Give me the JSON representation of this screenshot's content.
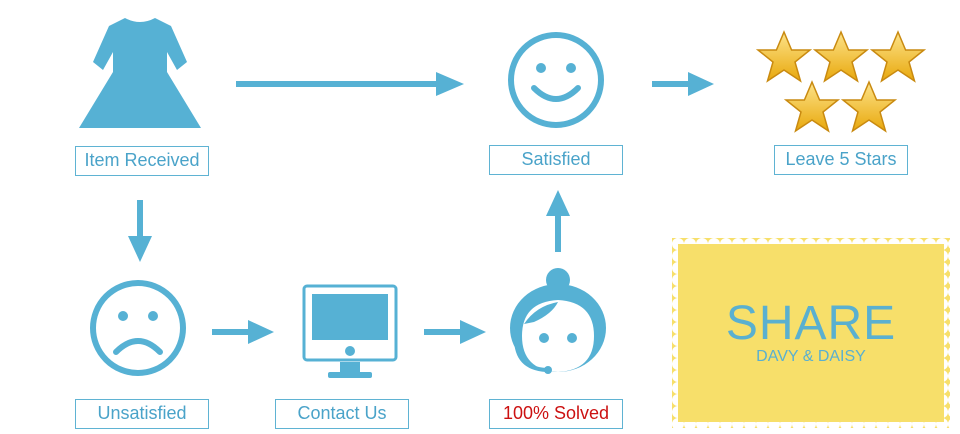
{
  "colors": {
    "accent": "#56b1d4",
    "stamp": "#f7df6a",
    "solved": "#cc1111",
    "star": "#f2b81f"
  },
  "nodes": {
    "item_received": {
      "label": "Item Received",
      "icon": "dress-icon"
    },
    "satisfied": {
      "label": "Satisfied",
      "icon": "smiley-face-icon"
    },
    "leave_stars": {
      "label": "Leave 5 Stars",
      "icon": "five-stars-icon"
    },
    "unsatisfied": {
      "label": "Unsatisfied",
      "icon": "sad-face-icon"
    },
    "contact_us": {
      "label": "Contact Us",
      "icon": "computer-monitor-icon"
    },
    "solved": {
      "label": "100% Solved",
      "icon": "support-agent-icon"
    }
  },
  "stamp": {
    "title": "SHARE",
    "subtitle": "DAVY & DAISY"
  }
}
